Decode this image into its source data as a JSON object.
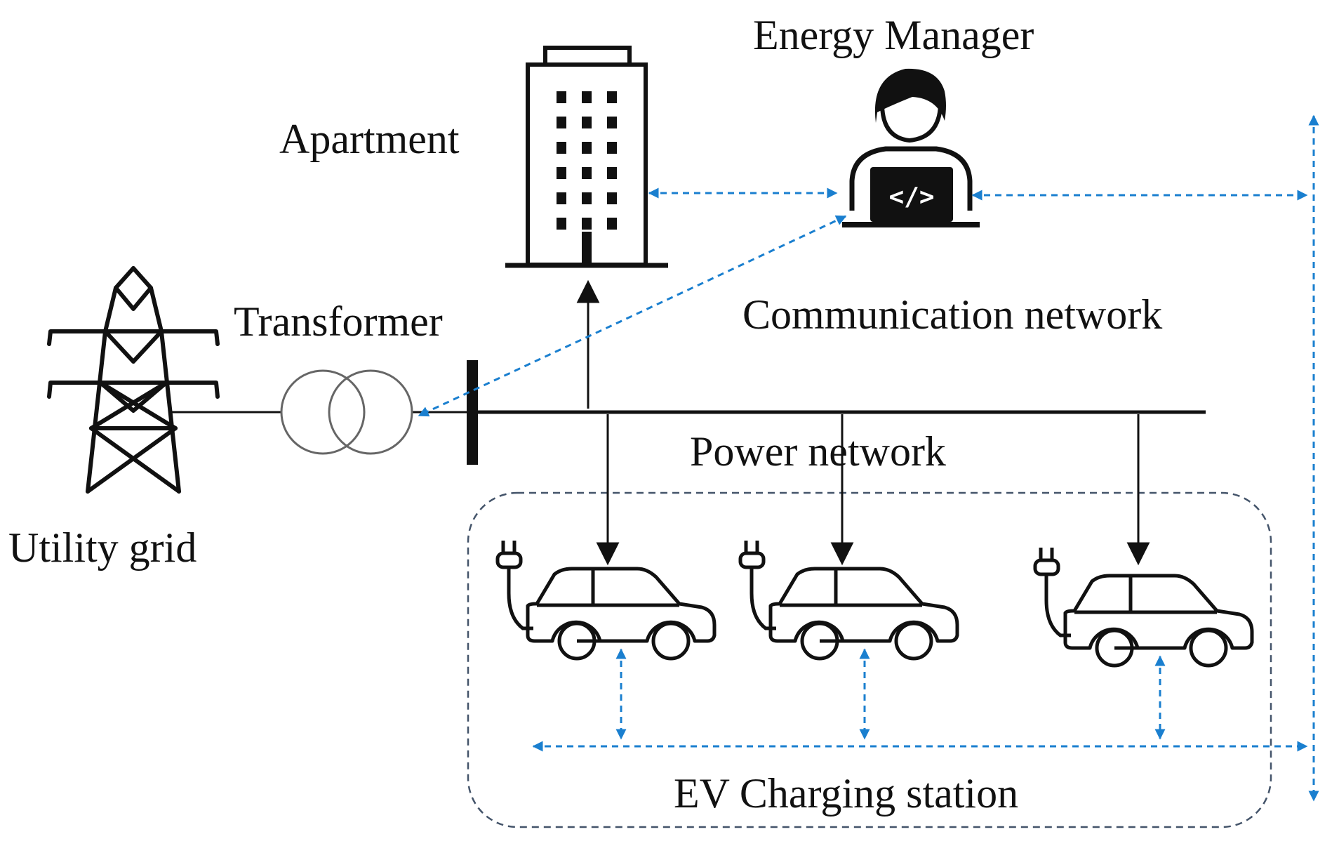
{
  "labels": {
    "energy_manager": "Energy Manager",
    "apartment": "Apartment",
    "transformer": "Transformer",
    "communication_network": "Communication network",
    "power_network": "Power network",
    "utility_grid": "Utility grid",
    "ev_charging_station": "EV Charging station"
  },
  "icons": {
    "laptop_code": "</>"
  },
  "colors": {
    "communication": "#1a7fcf",
    "power": "#111111",
    "station_border": "#44546a"
  }
}
